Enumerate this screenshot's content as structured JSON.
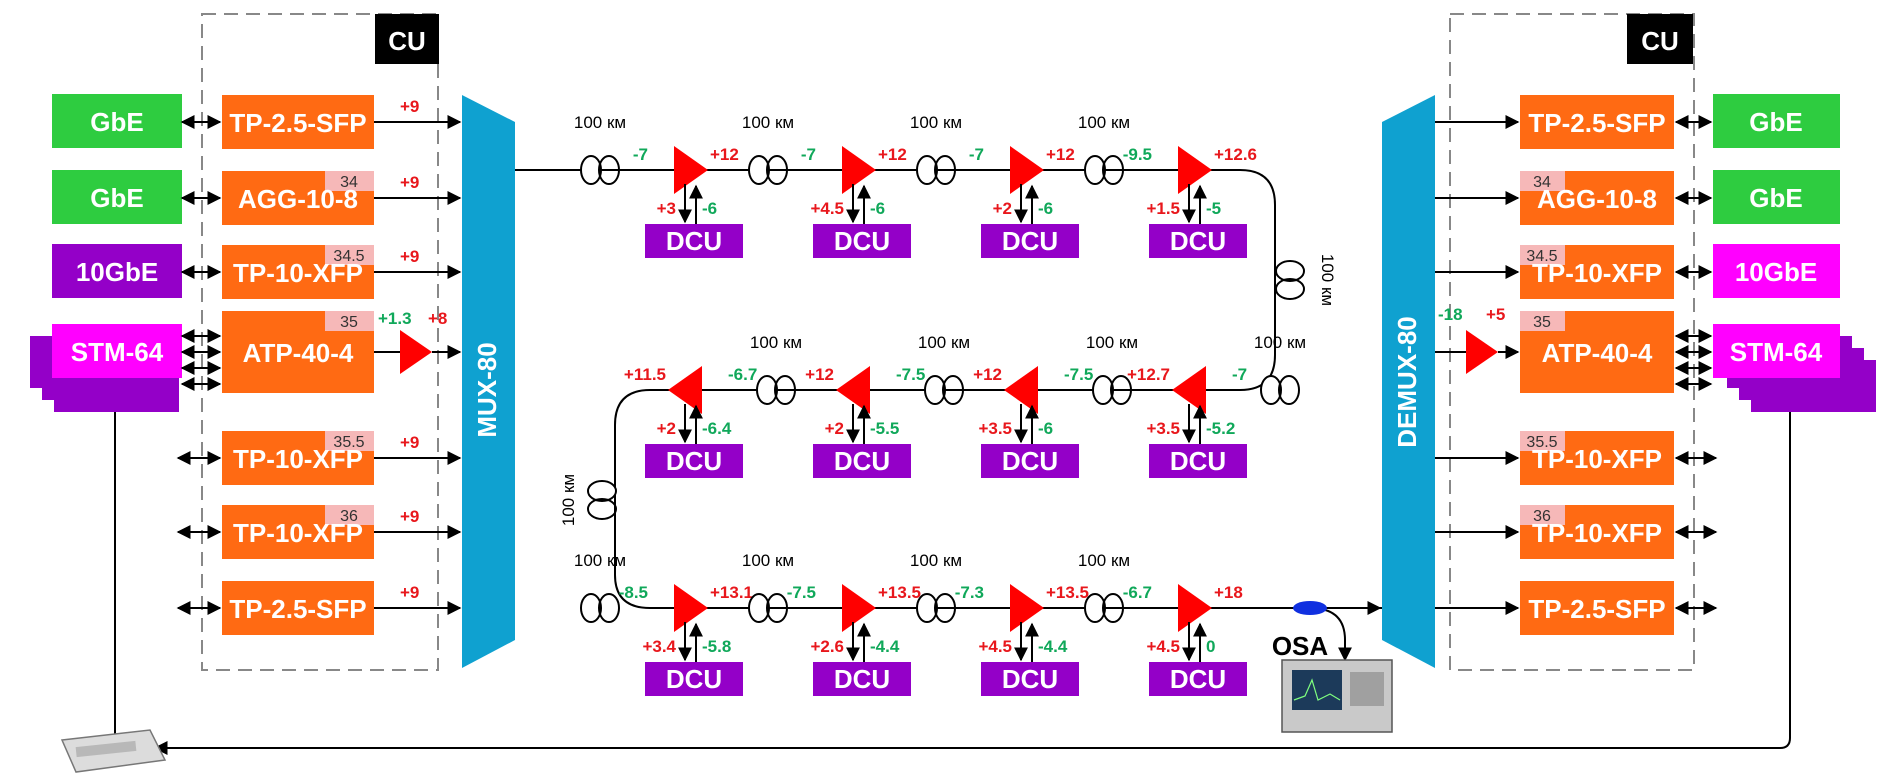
{
  "colors": {
    "green": "#2ecc40",
    "orange": "#ff6a13",
    "violet": "#9400c8",
    "magenta": "#ff00ff",
    "cyan": "#0fa1d0",
    "red": "#ff0000",
    "plus_red": "#e8171c",
    "minus_green": "#10a85a",
    "label_pink": "#f6b8b8",
    "black": "#000000"
  },
  "cu_left": "CU",
  "cu_right": "CU",
  "mux_label": "MUX-80",
  "demux_label": "DEMUX-80",
  "osa_label": "OSA",
  "clients_left": [
    {
      "label": "GbE",
      "kind": "green"
    },
    {
      "label": "GbE",
      "kind": "green"
    },
    {
      "label": "10GbE",
      "kind": "violet"
    },
    {
      "label": "STM-64",
      "kind": "magenta"
    }
  ],
  "clients_right": [
    {
      "label": "GbE",
      "kind": "green"
    },
    {
      "label": "GbE",
      "kind": "green"
    },
    {
      "label": "10GbE",
      "kind": "magenta"
    },
    {
      "label": "STM-64",
      "kind": "magenta"
    }
  ],
  "tx_modules": [
    {
      "label": "TP-2.5-SFP",
      "ch": "",
      "power": "+9"
    },
    {
      "label": "AGG-10-8",
      "ch": "34",
      "power": "+9"
    },
    {
      "label": "TP-10-XFP",
      "ch": "34.5",
      "power": "+9"
    },
    {
      "label": "ATP-40-4",
      "ch": "35",
      "power": "+1.3",
      "amp_out": "+8"
    },
    {
      "label": "TP-10-XFP",
      "ch": "35.5",
      "power": "+9"
    },
    {
      "label": "TP-10-XFP",
      "ch": "36",
      "power": "+9"
    },
    {
      "label": "TP-2.5-SFP",
      "ch": "",
      "power": "+9"
    }
  ],
  "rx_modules": [
    {
      "label": "TP-2.5-SFP",
      "ch": ""
    },
    {
      "label": "AGG-10-8",
      "ch": "34"
    },
    {
      "label": "TP-10-XFP",
      "ch": "34.5"
    },
    {
      "label": "ATP-40-4",
      "ch": "35",
      "amp_in": "-18",
      "amp_out": "+5"
    },
    {
      "label": "TP-10-XFP",
      "ch": "35.5"
    },
    {
      "label": "TP-10-XFP",
      "ch": "36"
    },
    {
      "label": "TP-2.5-SFP",
      "ch": ""
    }
  ],
  "span_label": "100 км",
  "amp_row1": [
    {
      "in": "-7",
      "out": "+12",
      "dcu_in": "+3",
      "dcu_out": "-6"
    },
    {
      "in": "-7",
      "out": "+12",
      "dcu_in": "+4.5",
      "dcu_out": "-6"
    },
    {
      "in": "-7",
      "out": "+12",
      "dcu_in": "+2",
      "dcu_out": "-6"
    },
    {
      "in": "-9.5",
      "out": "+12.6",
      "dcu_in": "+1.5",
      "dcu_out": "-5"
    }
  ],
  "amp_row2": [
    {
      "in": "-7",
      "out": "+12.7",
      "dcu_in": "+3.5",
      "dcu_out": "-5.2"
    },
    {
      "in": "-7.5",
      "out": "+12",
      "dcu_in": "+3.5",
      "dcu_out": "-6"
    },
    {
      "in": "-7.5",
      "out": "+12",
      "dcu_in": "+2",
      "dcu_out": "-5.5"
    },
    {
      "in": "-6.7",
      "out": "+11.5",
      "dcu_in": "+2",
      "dcu_out": "-6.4"
    }
  ],
  "amp_row3": [
    {
      "in": "-8.5",
      "out": "+13.1",
      "dcu_in": "+3.4",
      "dcu_out": "-5.8"
    },
    {
      "in": "-7.5",
      "out": "+13.5",
      "dcu_in": "+2.6",
      "dcu_out": "-4.4"
    },
    {
      "in": "-7.3",
      "out": "+13.5",
      "dcu_in": "+4.5",
      "dcu_out": "-4.4"
    },
    {
      "in": "-6.7",
      "out": "+18",
      "dcu_in": "+4.5",
      "dcu_out": "0"
    }
  ],
  "dcu_label": "DCU"
}
